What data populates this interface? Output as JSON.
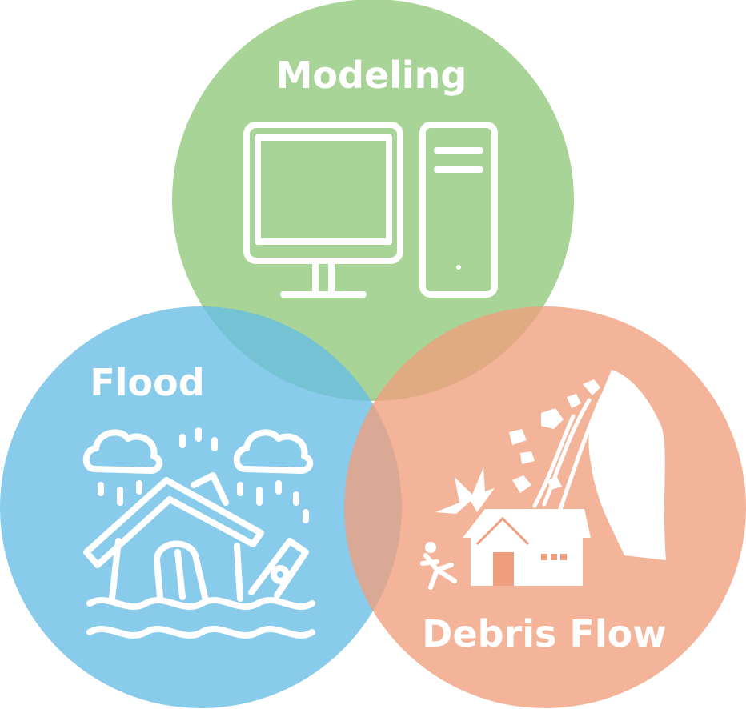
{
  "venn": {
    "modeling": {
      "label": "Modeling",
      "color": "#8fc87a",
      "icon": "computer-icon"
    },
    "flood": {
      "label": "Flood",
      "color": "#66bde6",
      "icon": "flooded-house-icon"
    },
    "debris": {
      "label": "Debris Flow",
      "color": "#ef9f7d",
      "icon": "landslide-house-icon"
    }
  }
}
